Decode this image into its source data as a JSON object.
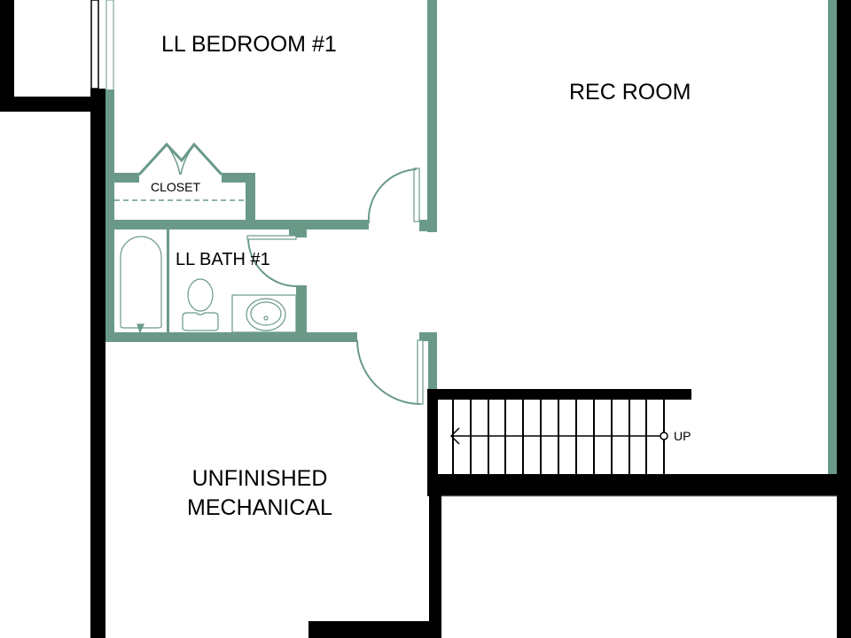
{
  "colors": {
    "interior_wall": "#6a9a87",
    "exterior_wall": "#000000",
    "background": "#ffffff",
    "text": "#000000"
  },
  "rooms": {
    "bedroom": {
      "label": "LL BEDROOM #1"
    },
    "rec_room": {
      "label": "REC ROOM"
    },
    "closet": {
      "label": "CLOSET"
    },
    "bath": {
      "label": "LL BATH #1"
    },
    "mechanical": {
      "line1": "UNFINISHED",
      "line2": "MECHANICAL"
    }
  },
  "stairs": {
    "direction_label": "UP",
    "tread_count": 13,
    "arrow_icon": "arrow-left-icon"
  },
  "fixtures": [
    "bathtub",
    "toilet",
    "sink",
    "bifold-closet-doors",
    "swing-door-bath",
    "swing-door-bedroom",
    "swing-door-mechanical",
    "window"
  ]
}
